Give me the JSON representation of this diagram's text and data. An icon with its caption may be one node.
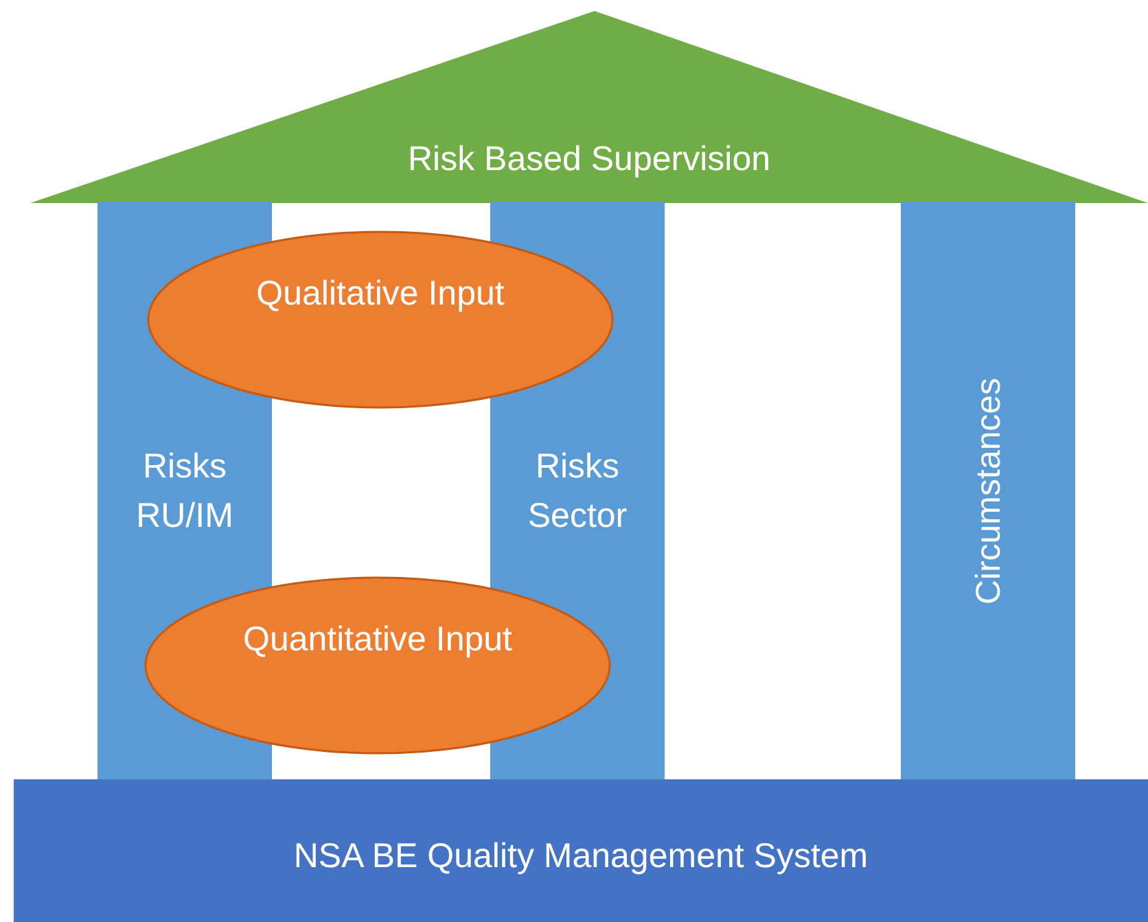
{
  "diagram": {
    "nodes": [
      {
        "text": [
          "Risk Based Supervision"
        ]
      },
      {
        "text": [
          "Risks RU/IM"
        ]
      },
      {
        "text": [
          "Qualitative Input"
        ]
      },
      {
        "text": [
          "Risks Sector"
        ]
      },
      {
        "text": [
          "Circumstances"
        ]
      },
      {
        "text": [
          "Quantitative Input"
        ]
      },
      {
        "text": [
          "NSA BE Quality Management System"
        ]
      }
    ]
  }
}
